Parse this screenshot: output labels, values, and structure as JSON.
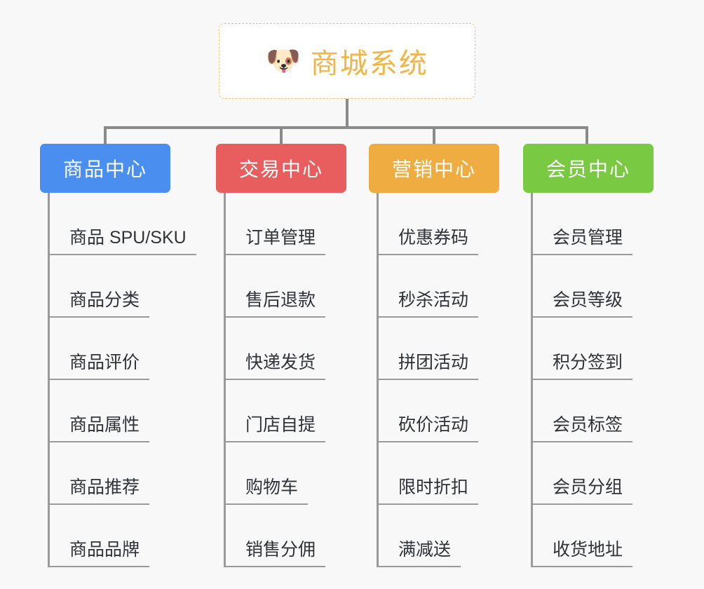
{
  "background_color": "#f8f8f8",
  "connector_color": "#8a8a8a",
  "root": {
    "icon": "shiba-dog-face-emoji",
    "emoji": "🐶",
    "title": "商城系统",
    "text_color": "#f2b544",
    "border_color": "#f0c070",
    "background": "#ffffff"
  },
  "chart_data": {
    "type": "diagram",
    "subtype": "mind-map-tree",
    "title": "商城系统",
    "root_label": "商城系统",
    "branch_count": 4,
    "leaves_per_branch": 6,
    "branches": [
      {
        "label": "商品中心",
        "color": "#4a8ef0",
        "leaves": [
          "商品 SPU/SKU",
          "商品分类",
          "商品评价",
          "商品属性",
          "商品推荐",
          "商品品牌"
        ]
      },
      {
        "label": "交易中心",
        "color": "#e85d5d",
        "leaves": [
          "订单管理",
          "售后退款",
          "快递发货",
          "门店自提",
          "购物车",
          "销售分佣"
        ]
      },
      {
        "label": "营销中心",
        "color": "#eeac41",
        "leaves": [
          "优惠券码",
          "秒杀活动",
          "拼团活动",
          "砍价活动",
          "限时折扣",
          "满减送"
        ]
      },
      {
        "label": "会员中心",
        "color": "#7ac943",
        "leaves": [
          "会员管理",
          "会员等级",
          "积分签到",
          "会员标签",
          "会员分组",
          "收货地址"
        ]
      }
    ]
  }
}
